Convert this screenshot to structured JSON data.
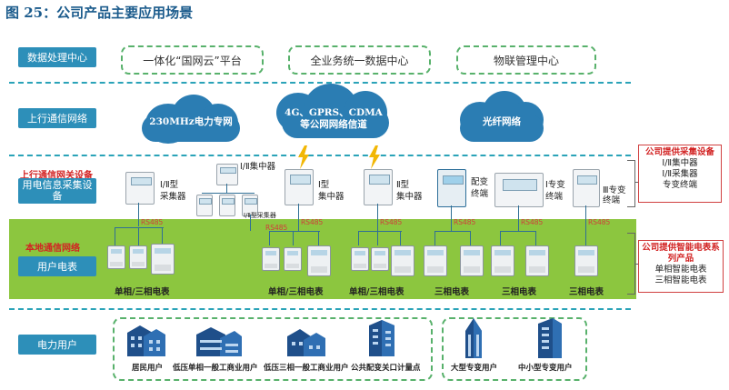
{
  "figure_title": "图 25：公司产品主要应用场景",
  "rows": {
    "data_center": "数据处理中心",
    "uplink_network": "上行通信网络",
    "uplink_gateway": "上行通信网关设备",
    "collector_device": "用电信息采集设备",
    "local_network": "本地通信网络",
    "user_meter": "用户电表",
    "power_user": "电力用户"
  },
  "platforms": [
    "一体化“国网云”平台",
    "全业务统一数据中心",
    "物联管理中心"
  ],
  "networks": {
    "n230": "230MHz电力专网",
    "public_l1": "4G、GPRS、CDMA",
    "public_l2": "等公网网络信道",
    "fiber": "光纤网络"
  },
  "devices": {
    "collector_12_l1": "Ⅰ/Ⅱ型",
    "collector_12_l2": "采集器",
    "concentrator_12": "Ⅰ/Ⅱ集中器",
    "small_collector": "Ⅰ/Ⅱ型采集器",
    "conc1_l1": "Ⅰ型",
    "conc1_l2": "集中器",
    "conc2_l1": "Ⅱ型",
    "conc2_l2": "集中器",
    "dist_l1": "配变",
    "dist_l2": "终端",
    "special1_l1": "Ⅰ专变",
    "special1_l2": "终端",
    "special3_l1": "Ⅲ专变",
    "special3_l2": "终端"
  },
  "rs485": "RS485",
  "meter_labels": {
    "m1": "单相/三相电表",
    "m2": "单相/三相电表",
    "m3": "单相/三相电表",
    "m4": "三相电表",
    "m5": "三相电表",
    "m6": "三相电表"
  },
  "callout_top": {
    "heading": "公司提供采集设备",
    "lines": [
      "Ⅰ/Ⅱ集中器",
      "Ⅰ/Ⅱ采集器",
      "专变终端"
    ]
  },
  "callout_bottom": {
    "heading_l1": "公司提供智能电表系",
    "heading_l2": "列产品",
    "lines": [
      "单相智能电表",
      "三相智能电表"
    ]
  },
  "users": [
    "居民用户",
    "低压单相一般工商业用户",
    "低压三相一般工商业用户",
    "公共配变关口计量点",
    "大型专变用户",
    "中小型专变用户"
  ],
  "colors": {
    "label_blue": "#2d8fb9",
    "green_band": "#8cc63f",
    "cloud_blue": "#2b7db3",
    "dash_green": "#58b16b",
    "title_blue": "#1b5b8c",
    "accent_red": "#d22323"
  }
}
